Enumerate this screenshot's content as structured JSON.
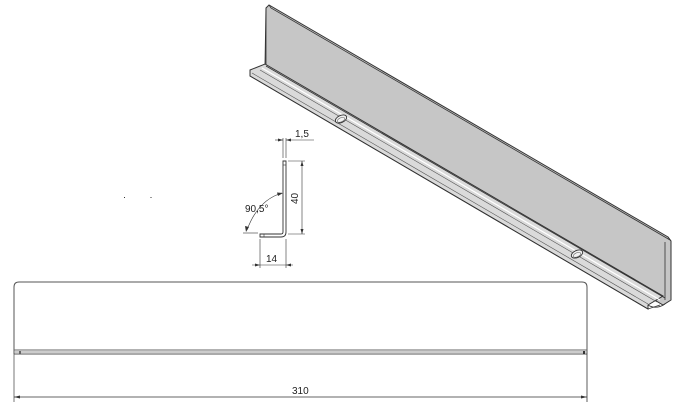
{
  "drawing": {
    "type": "sheet-metal angle bracket technical drawing",
    "views": [
      "isometric",
      "side-profile",
      "front"
    ],
    "colors": {
      "background": "#ffffff",
      "line": "#333333",
      "part_face": "#c8c8c8",
      "part_face_light": "#dedede",
      "part_face_dark": "#b4b4b4"
    }
  },
  "profile_view": {
    "dimensions": {
      "thickness": "1,5",
      "height": "40",
      "angle": "90,5°",
      "flange_width": "14"
    }
  },
  "front_view": {
    "dimensions": {
      "length": "310"
    }
  },
  "isometric_view": {
    "holes": 2
  }
}
